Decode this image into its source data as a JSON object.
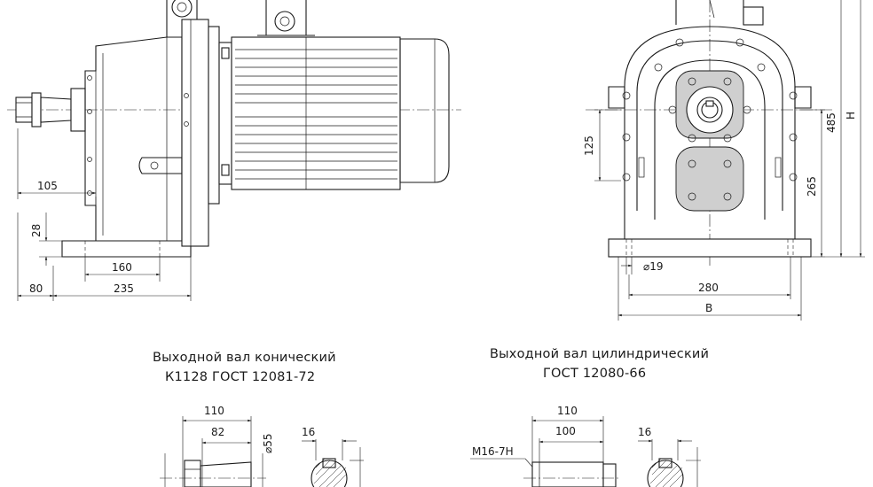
{
  "dimensions": {
    "side_view": {
      "d105": "105",
      "d28": "28",
      "d160": "160",
      "d80": "80",
      "d235": "235"
    },
    "front_view": {
      "d125": "125",
      "d265": "265",
      "d485": "485",
      "dH": "H",
      "d19": "⌀19",
      "d280": "280",
      "dB": "B"
    },
    "conical_shaft": {
      "d110": "110",
      "d82": "82",
      "d55": "⌀55",
      "d16": "16"
    },
    "cylindrical_shaft": {
      "d110": "110",
      "d100": "100",
      "d16": "16",
      "thread": "M16-7H"
    }
  },
  "captions": {
    "conical": {
      "line1": "Выходной вал конический",
      "line2": "К1128 ГОСТ 12081-72"
    },
    "cylindrical": {
      "line1": "Выходной вал цилиндрический",
      "line2": "ГОСТ 12080-66"
    }
  }
}
